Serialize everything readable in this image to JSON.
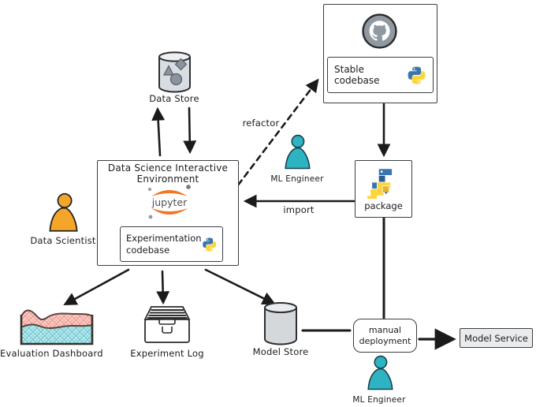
{
  "colors": {
    "stroke": "#1b1b1b",
    "box_border": "#3b3e45",
    "person_orange": "#f4a52a",
    "person_teal": "#2eb3c3",
    "cylinder_fill": "#d9dde1",
    "cylinder_top": "#edeff1",
    "shape_gray": "#8b939e",
    "github_gray": "#9099a1",
    "python_blue": "#3a76ad",
    "python_yellow": "#ffd43b",
    "jupyter_orange": "#f37626",
    "dashboard_red_fill": "#fad3cd",
    "dashboard_red_hatch": "#ef9087",
    "dashboard_teal_fill": "#c4ebee",
    "dashboard_teal_hatch": "#5fc3cd",
    "model_service_fill": "#e9ebec"
  },
  "nodes": {
    "data_store": {
      "label": "Data Store"
    },
    "ds_env": {
      "title_line1": "Data Science Interactive",
      "title_line2": "Environment"
    },
    "jupyter": {
      "label": "jupyter"
    },
    "experimentation": {
      "label_line1": "Experimentation",
      "label_line2": "codebase"
    },
    "data_scientist": {
      "label": "Data Scientist"
    },
    "stable_codebase": {
      "label": "Stable codebase"
    },
    "ml_engineer_top": {
      "label": "ML Engineer"
    },
    "package": {
      "label": "package"
    },
    "evaluation_dashboard": {
      "label": "Evaluation Dashboard"
    },
    "experiment_log": {
      "label": "Experiment Log"
    },
    "model_store": {
      "label": "Model Store"
    },
    "manual_deployment": {
      "label_line1": "manual",
      "label_line2": "deployment"
    },
    "model_service": {
      "label": "Model Service"
    },
    "ml_engineer_bottom": {
      "label": "ML Engineer"
    }
  },
  "edge_labels": {
    "refactor": "refactor",
    "import": "import"
  },
  "edges": [
    {
      "from": "ds_env",
      "to": "data_store",
      "style": "arrow"
    },
    {
      "from": "data_store",
      "to": "ds_env",
      "style": "arrow"
    },
    {
      "from": "experimentation_codebase",
      "to": "stable_codebase",
      "style": "dashed-arrow",
      "label": "refactor"
    },
    {
      "from": "stable_codebase",
      "to": "package",
      "style": "arrow"
    },
    {
      "from": "package",
      "to": "ds_env",
      "style": "arrow",
      "label": "import"
    },
    {
      "from": "ds_env",
      "to": "evaluation_dashboard",
      "style": "arrow"
    },
    {
      "from": "ds_env",
      "to": "experiment_log",
      "style": "arrow"
    },
    {
      "from": "ds_env",
      "to": "model_store",
      "style": "arrow"
    },
    {
      "from": "model_store",
      "to": "manual_deployment",
      "style": "line"
    },
    {
      "from": "package",
      "to": "manual_deployment",
      "style": "line"
    },
    {
      "from": "manual_deployment",
      "to": "model_service",
      "style": "arrow"
    }
  ]
}
